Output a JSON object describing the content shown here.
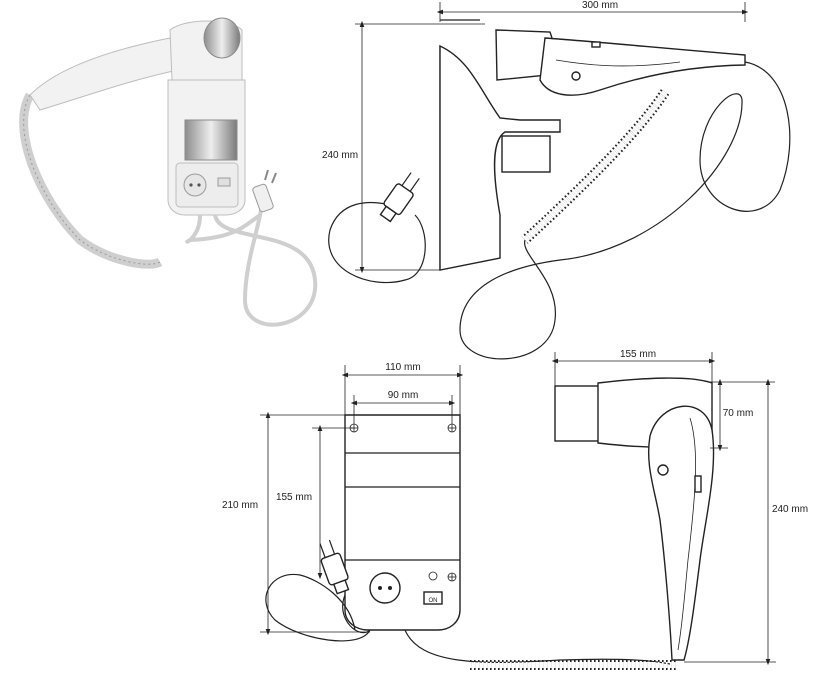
{
  "dimensions": {
    "side_width": "300 mm",
    "side_height": "240 mm",
    "holder_outer_width": "110 mm",
    "holder_hole_spacing": "90 mm",
    "holder_height": "210 mm",
    "holder_plug_height": "155 mm",
    "dryer_length": "155 mm",
    "dryer_nozzle": "70 mm",
    "dryer_height": "240 mm"
  },
  "switch_label": "ON",
  "colors": {
    "line": "#222222",
    "product_white": "#f2f2f2",
    "chrome": "#c9c9c9"
  }
}
